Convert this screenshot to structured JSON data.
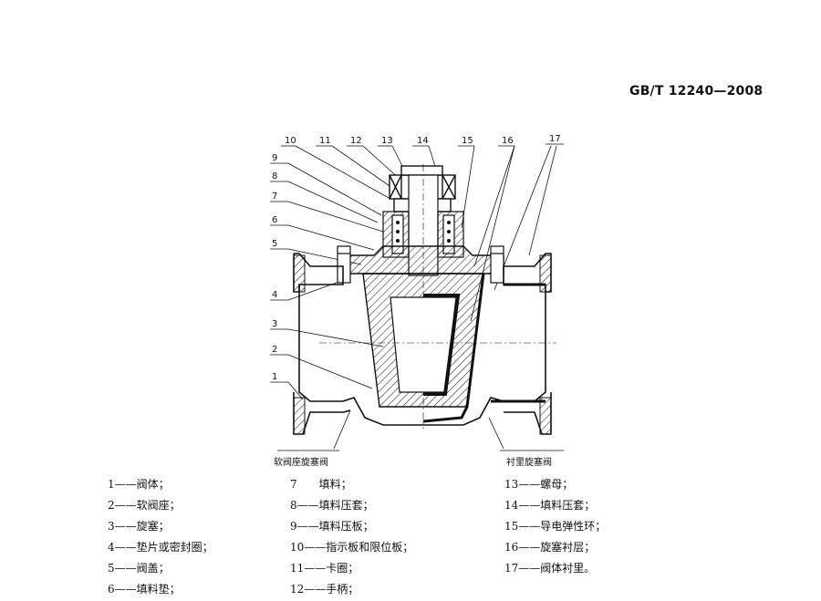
{
  "header": {
    "standard_no": "GB/T 12240—2008"
  },
  "figure": {
    "callouts": [
      "10",
      "11",
      "12",
      "13",
      "14",
      "15",
      "16",
      "17",
      "9",
      "8",
      "7",
      "6",
      "5",
      "4",
      "3",
      "2",
      "1"
    ],
    "caption_left": "软阀座旋塞阀",
    "caption_right": "衬里旋塞阀"
  },
  "legend": {
    "col1": [
      "1——阀体；",
      "2——软阀座；",
      "3——旋塞；",
      "4——垫片或密封圈；",
      "5——阀盖；",
      "6——填料垫；"
    ],
    "col2": [
      "7　　填料；",
      "8——填料压套；",
      "9——填料压板；",
      "10——指示板和限位板；",
      "11——卡圈；",
      "12——手柄；"
    ],
    "col3": [
      "13——螺母；",
      "14——填料压套；",
      "15——导电弹性环；",
      "16——旋塞衬层；",
      "17——阀体衬里。"
    ]
  }
}
